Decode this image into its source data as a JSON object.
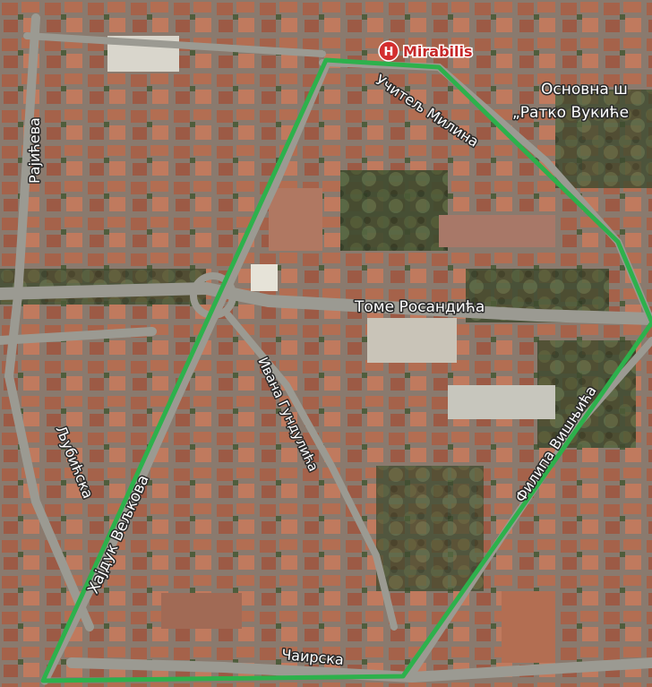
{
  "map": {
    "poi": {
      "name": "Mirabilis",
      "icon": "hospital-icon",
      "icon_letter": "H",
      "color": "#d32f2f"
    },
    "school": {
      "line1": "Основна ш",
      "line2": "„Ратко Вукиће"
    },
    "streets": {
      "radjeva": "Рајићева",
      "uciteljmilina": "Учитељ Милина",
      "tomerosandica": "Томе Росандића",
      "ivanagundulica": "Ивана Гундулића",
      "filipavisnjica": "Филипа Вишњића",
      "ljubicska": "Љубићска",
      "hajdukveljkova": "Хајдук Вељкова",
      "cairska": "Чаирска"
    },
    "boundary_color": "#2db14c",
    "imagery": "satellite"
  }
}
